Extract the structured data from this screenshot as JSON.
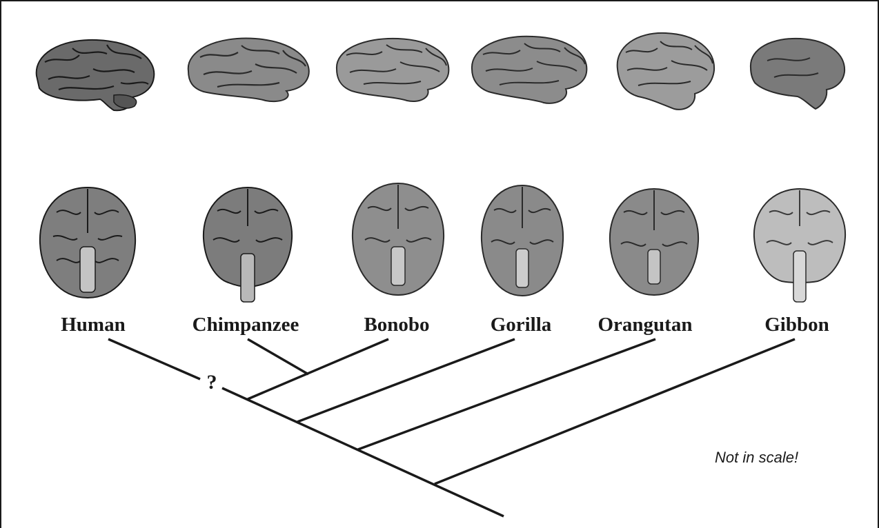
{
  "species": [
    {
      "id": "human",
      "name": "Human"
    },
    {
      "id": "chimpanzee",
      "name": "Chimpanzee"
    },
    {
      "id": "bonobo",
      "name": "Bonobo"
    },
    {
      "id": "gorilla",
      "name": "Gorilla"
    },
    {
      "id": "orangutan",
      "name": "Orangutan"
    },
    {
      "id": "gibbon",
      "name": "Gibbon"
    }
  ],
  "tree": {
    "uncertain_node_marker": "?",
    "note": "Not in scale!"
  },
  "colors": {
    "ink": "#1a1a1a",
    "brain_dark": "#3a3a3a",
    "brain_mid": "#8a8a8a",
    "brain_light": "#d8d8d8"
  }
}
